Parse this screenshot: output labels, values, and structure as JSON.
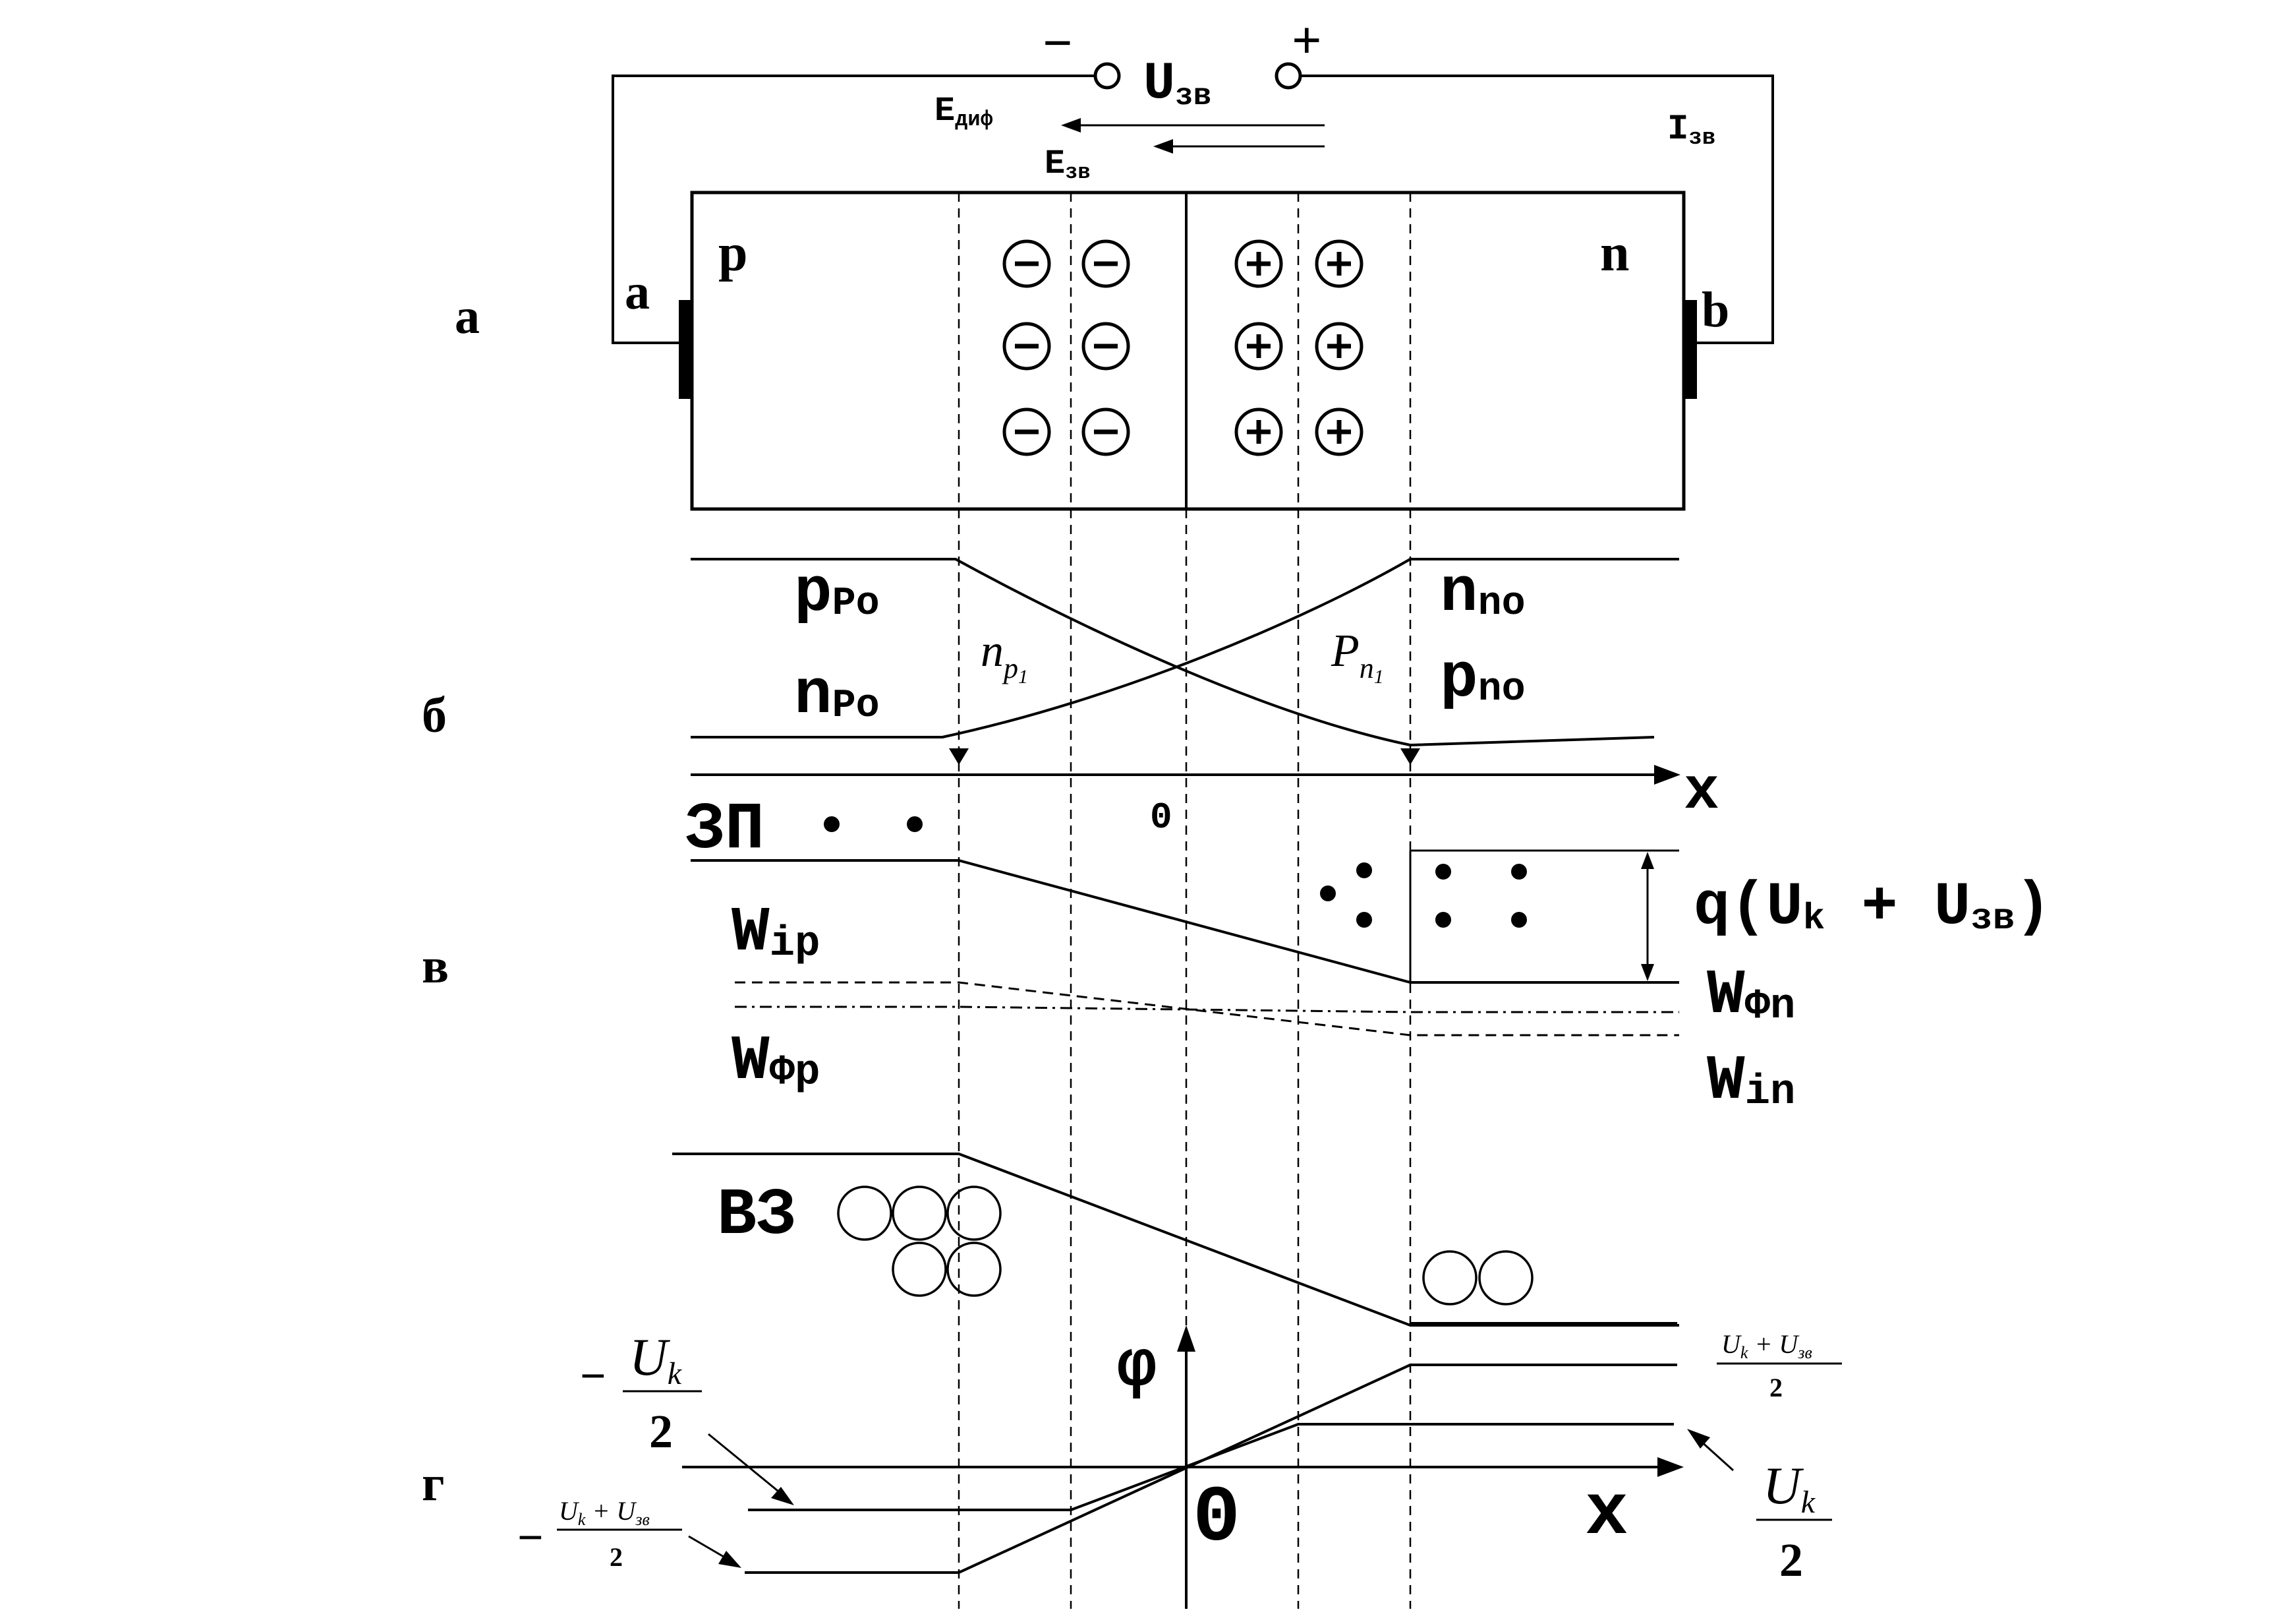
{
  "panels": {
    "a": "а",
    "b": "б",
    "v": "в",
    "g": "г"
  },
  "circuit": {
    "minus": "−",
    "plus": "+",
    "voltage_main": "U",
    "voltage_sub": "зв",
    "e_dif_main": "E",
    "e_dif_sub": "диф",
    "e_zv_main": "E",
    "e_zv_sub": "зв",
    "current_main": "I",
    "current_sub": "зв",
    "contact_a": "a",
    "contact_b": "b",
    "region_p": "p",
    "region_n": "n",
    "neg_ion": "−",
    "pos_ion": "+"
  },
  "concentrations": {
    "p_po_main": "p",
    "p_po_sub": "Po",
    "n_po_main": "n",
    "n_po_sub": "Po",
    "n_p1_main": "n",
    "n_p1_sub": "p",
    "n_p1_subsub": "1",
    "p_n1_main": "P",
    "p_n1_sub": "n",
    "p_n1_subsub": "1",
    "n_no_main": "n",
    "n_no_sub": "no",
    "p_no_main": "p",
    "p_no_sub": "no",
    "axis_x": "x",
    "origin": "0"
  },
  "bands": {
    "conduction": "ЗП",
    "valence": "ВЗ",
    "w_ip_main": "W",
    "w_ip_sub": "ip",
    "w_fp_main": "W",
    "w_fp_sub": "Фp",
    "w_fn_main": "W",
    "w_fn_sub": "Фn",
    "w_in_main": "W",
    "w_in_sub": "in",
    "barrier_q": "q(U",
    "barrier_k": "k",
    "barrier_plus": " + U",
    "barrier_zv": "зв",
    "barrier_close": ")"
  },
  "potential": {
    "axis_phi": "φ",
    "axis_x": "x",
    "origin": "0",
    "uk_num": "U",
    "uk_num_sub": "k",
    "den_2": "2",
    "minus_sign": "−",
    "sum_num": "U",
    "sum_num_sub1": "k",
    "sum_plus": " + U",
    "sum_num_sub2": "зв"
  }
}
